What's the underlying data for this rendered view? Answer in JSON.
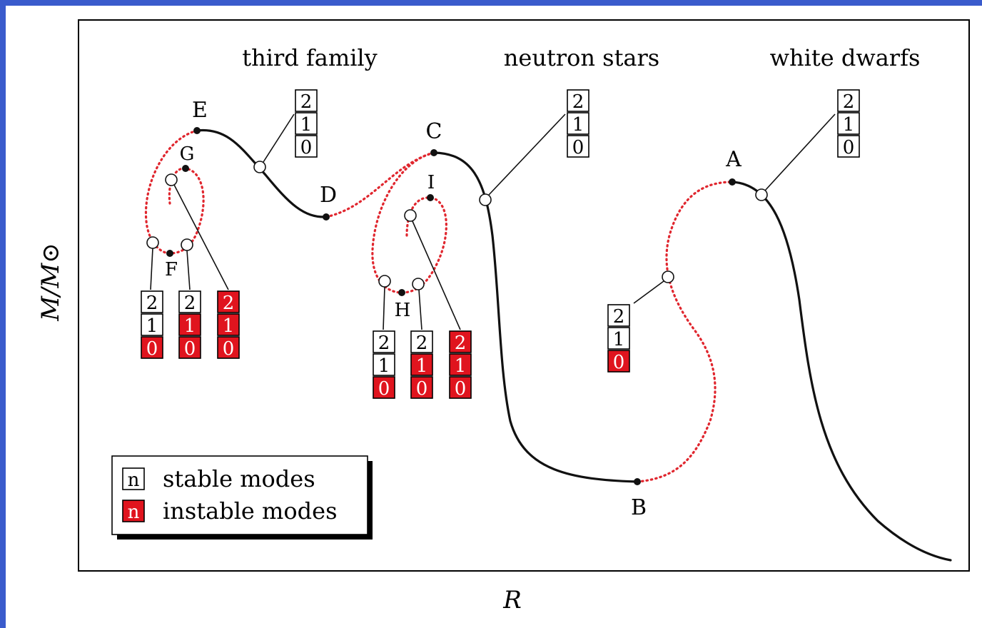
{
  "axes": {
    "xlabel": "R",
    "ylabel": "M/M⊙"
  },
  "families": {
    "third": "third family",
    "neutron": "neutron stars",
    "white": "white dwarfs"
  },
  "points": {
    "A": "A",
    "B": "B",
    "C": "C",
    "D": "D",
    "E": "E",
    "F": "F",
    "G": "G",
    "H": "H",
    "I": "I"
  },
  "legend": {
    "glyph": "n",
    "stable": "stable modes",
    "instable": "instable modes"
  },
  "colors": {
    "stable_curve": "#111111",
    "unstable_curve": "#e0262e",
    "instable_box": "#e0141e",
    "frame": "#3a5bcc"
  },
  "mode_boxes": {
    "white": [
      "2",
      "1",
      "0"
    ],
    "neutron": [
      "2",
      "1",
      "0"
    ],
    "third": [
      "2",
      "1",
      "0"
    ],
    "ab_mid": [
      "2",
      "1",
      "0"
    ],
    "f_left": [
      "2",
      "1",
      "0"
    ],
    "f_right": [
      "2",
      "1",
      "0"
    ],
    "g_branch": [
      "2",
      "1",
      "0"
    ],
    "h_left": [
      "2",
      "1",
      "0"
    ],
    "h_right": [
      "2",
      "1",
      "0"
    ],
    "i_branch": [
      "2",
      "1",
      "0"
    ]
  }
}
